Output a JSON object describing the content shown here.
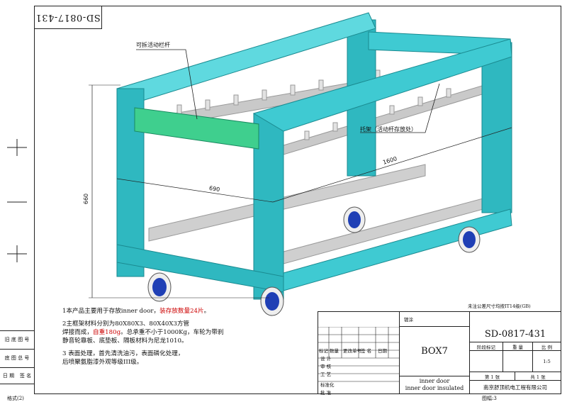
{
  "drawing_code": "SD-0817-431",
  "labels": {
    "removable_bar": "可拆活动栏杆",
    "bracket": "托架（活动杆存放处）"
  },
  "dimensions": {
    "width": "690",
    "length": "1600",
    "height": "660"
  },
  "notes": {
    "n1_prefix": "1本产品主要用于存放inner door，",
    "n1_highlight": "装存放数量24片",
    "n1_suffix": "。",
    "n2_a": "2主框架材料分别为80X80X3、80X40X3方管",
    "n2_b_prefix": "焊接而成，",
    "n2_b_highlight": "自重180g",
    "n2_b_suffix": "。总承重不小于1000Kg，车轮为带刹",
    "n2_c": "静音轮靠板、底垫板、隔板材料为尼龙1010。",
    "n3_a": "3 表面处理，首先清洗油污，表面磷化处理，",
    "n3_b": "后喷聚氨脂漆外观等级III级。"
  },
  "tolerance_note": "未注公差尺寸均按IT14级(GB)",
  "title_block": {
    "coating_label": "镀涂",
    "part_name": "BOX7",
    "drawing_no": "SD-0817-431",
    "stage_mark": "阶段标记",
    "weight": "重 量",
    "scale_label": "比 例",
    "scale_value": "1:5",
    "sheet": "第  1  张",
    "total": "共  1  张",
    "company": "南京舒顶机电工程有限公司",
    "desc1": "inner door",
    "desc2": "inner door insulated",
    "rows": [
      "标记",
      "数量",
      "更改单号",
      "签 名",
      "日期"
    ],
    "design": "设 计",
    "check": "审 核",
    "process": "工 艺",
    "standard": "标准化",
    "approve": "批 准"
  },
  "left_margin": {
    "row1": [
      "旧 底 图 号"
    ],
    "row2": [
      "底 图 总 号"
    ],
    "row3": [
      "日 期",
      "签 名"
    ]
  },
  "footer": {
    "format": "格式(2)",
    "size": "图幅:3"
  },
  "colors": {
    "frame_front": "#2fb8c0",
    "frame_side": "#3fcad2",
    "frame_top": "#5fd9df",
    "green_bar": "#3fcf8e",
    "rail": "#c9c9c9",
    "wheel": "#1f3fb5"
  }
}
